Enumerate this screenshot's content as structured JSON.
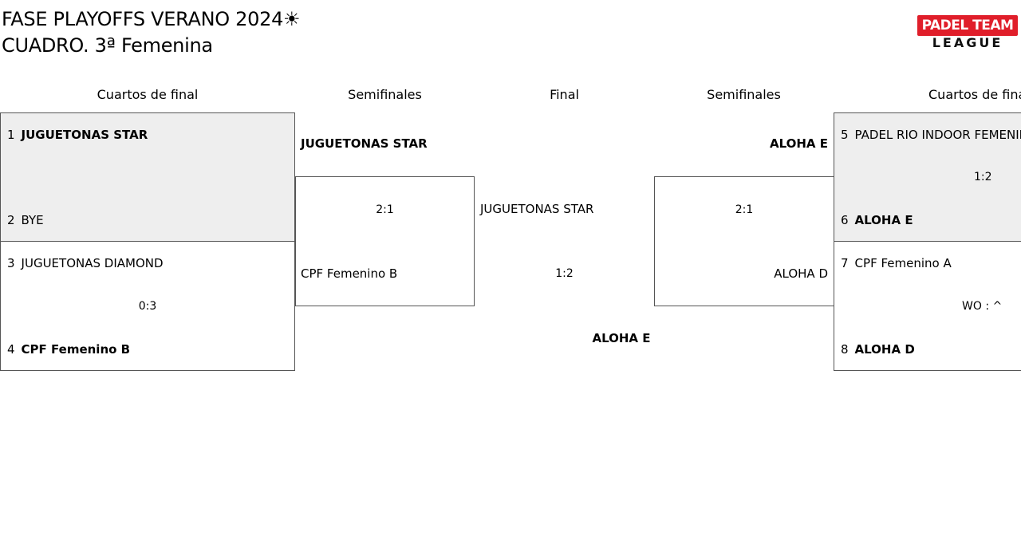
{
  "header": {
    "title_line1": "FASE PLAYOFFS VERANO 2024☀",
    "title_line2": "CUADRO. 3ª Femenina"
  },
  "logo": {
    "top_text": "PADEL TEAM",
    "bottom_text": "LEAGUE",
    "brand_color": "#e01e2a"
  },
  "rounds": {
    "left_quarters": "Cuartos de final",
    "left_semis": "Semifinales",
    "final": "Final",
    "right_semis": "Semifinales",
    "right_quarters": "Cuartos de final"
  },
  "left_qf1": {
    "seed1": "1",
    "team1": "JUGUETONAS STAR",
    "seed2": "2",
    "team2": "BYE",
    "score": ""
  },
  "left_qf2": {
    "seed1": "3",
    "team1": "JUGUETONAS DIAMOND",
    "seed2": "4",
    "team2": "CPF Femenino B",
    "score": "0:3"
  },
  "left_sf": {
    "team1": "JUGUETONAS STAR",
    "team2": "CPF Femenino B",
    "score": "2:1"
  },
  "final": {
    "team1": "JUGUETONAS STAR",
    "score": "1:2",
    "winner": "ALOHA E"
  },
  "right_sf": {
    "team1": "ALOHA E",
    "team2": "ALOHA D",
    "score": "2:1"
  },
  "right_qf1": {
    "seed1": "5",
    "team1": "PADEL RIO INDOOR FEMENINO",
    "seed2": "6",
    "team2": "ALOHA E",
    "score": "1:2"
  },
  "right_qf2": {
    "seed1": "7",
    "team1": "CPF Femenino A",
    "seed2": "8",
    "team2": "ALOHA D",
    "score": "WO : ^"
  }
}
